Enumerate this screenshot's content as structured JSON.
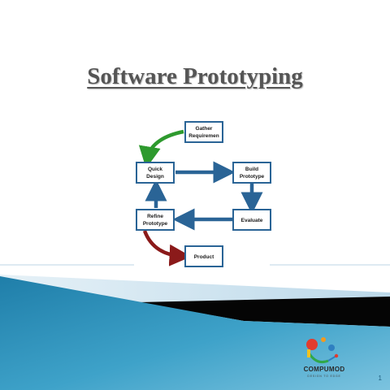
{
  "slide": {
    "title": "Software Prototyping",
    "page_number": "1"
  },
  "diagram": {
    "nodes": [
      {
        "id": "gather",
        "lines": [
          "Gather",
          "Requiremen"
        ]
      },
      {
        "id": "quick-design",
        "lines": [
          "Quick",
          "Design"
        ]
      },
      {
        "id": "build-prototype",
        "lines": [
          "Build",
          "Prototype"
        ]
      },
      {
        "id": "evaluate",
        "lines": [
          "Evaluate"
        ]
      },
      {
        "id": "refine-prototype",
        "lines": [
          "Refine",
          "Prototype"
        ]
      },
      {
        "id": "product",
        "lines": [
          "Product"
        ]
      }
    ],
    "edges": [
      {
        "from": "gather",
        "to": "quick-design",
        "color": "#2e9a2e"
      },
      {
        "from": "quick-design",
        "to": "build-prototype",
        "color": "#2a6496"
      },
      {
        "from": "build-prototype",
        "to": "evaluate",
        "color": "#2a6496"
      },
      {
        "from": "evaluate",
        "to": "refine-prototype",
        "color": "#2a6496"
      },
      {
        "from": "refine-prototype",
        "to": "quick-design",
        "color": "#2a6496"
      },
      {
        "from": "refine-prototype",
        "to": "product",
        "color": "#8b1a1a"
      }
    ],
    "node_border_color": "#2a6496"
  },
  "logo": {
    "name": "COMPUMOD",
    "tagline": "DESIGN TO EDGE"
  },
  "colors": {
    "band_blue": "#2f8fb8",
    "band_black": "#000000",
    "band_light": "#cfe6f2"
  }
}
